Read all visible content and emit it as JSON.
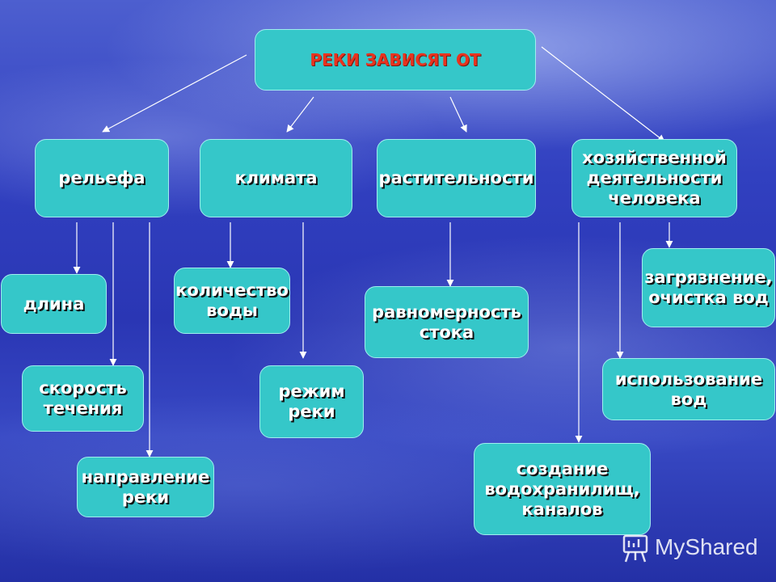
{
  "diagram": {
    "title": "РЕКИ ЗАВИСЯТ ОТ",
    "factors": {
      "relief": "рельефа",
      "climate": "климата",
      "vegetation": "растительности",
      "human": "хозяйственной\nдеятельности\nчеловека"
    },
    "effects": {
      "length": "длина",
      "flow_speed": "скорость\nтечения",
      "direction": "направление\nреки",
      "water_amount": "количество\nводы",
      "regime": "режим\nреки",
      "flow_uniformity": "равномерность\nстока",
      "pollution": "загрязнение,\nочистка вод",
      "water_use": "использование\nвод",
      "reservoirs": "создание\nводохранилищ,\nканалов"
    }
  },
  "colors": {
    "box_fill": "#35c7c9",
    "title_text": "#e8331f",
    "label_text": "#ffffff",
    "connector": "#ffffff"
  },
  "watermark": {
    "brand": "MyShared",
    "icon": "presentation-board-icon"
  }
}
